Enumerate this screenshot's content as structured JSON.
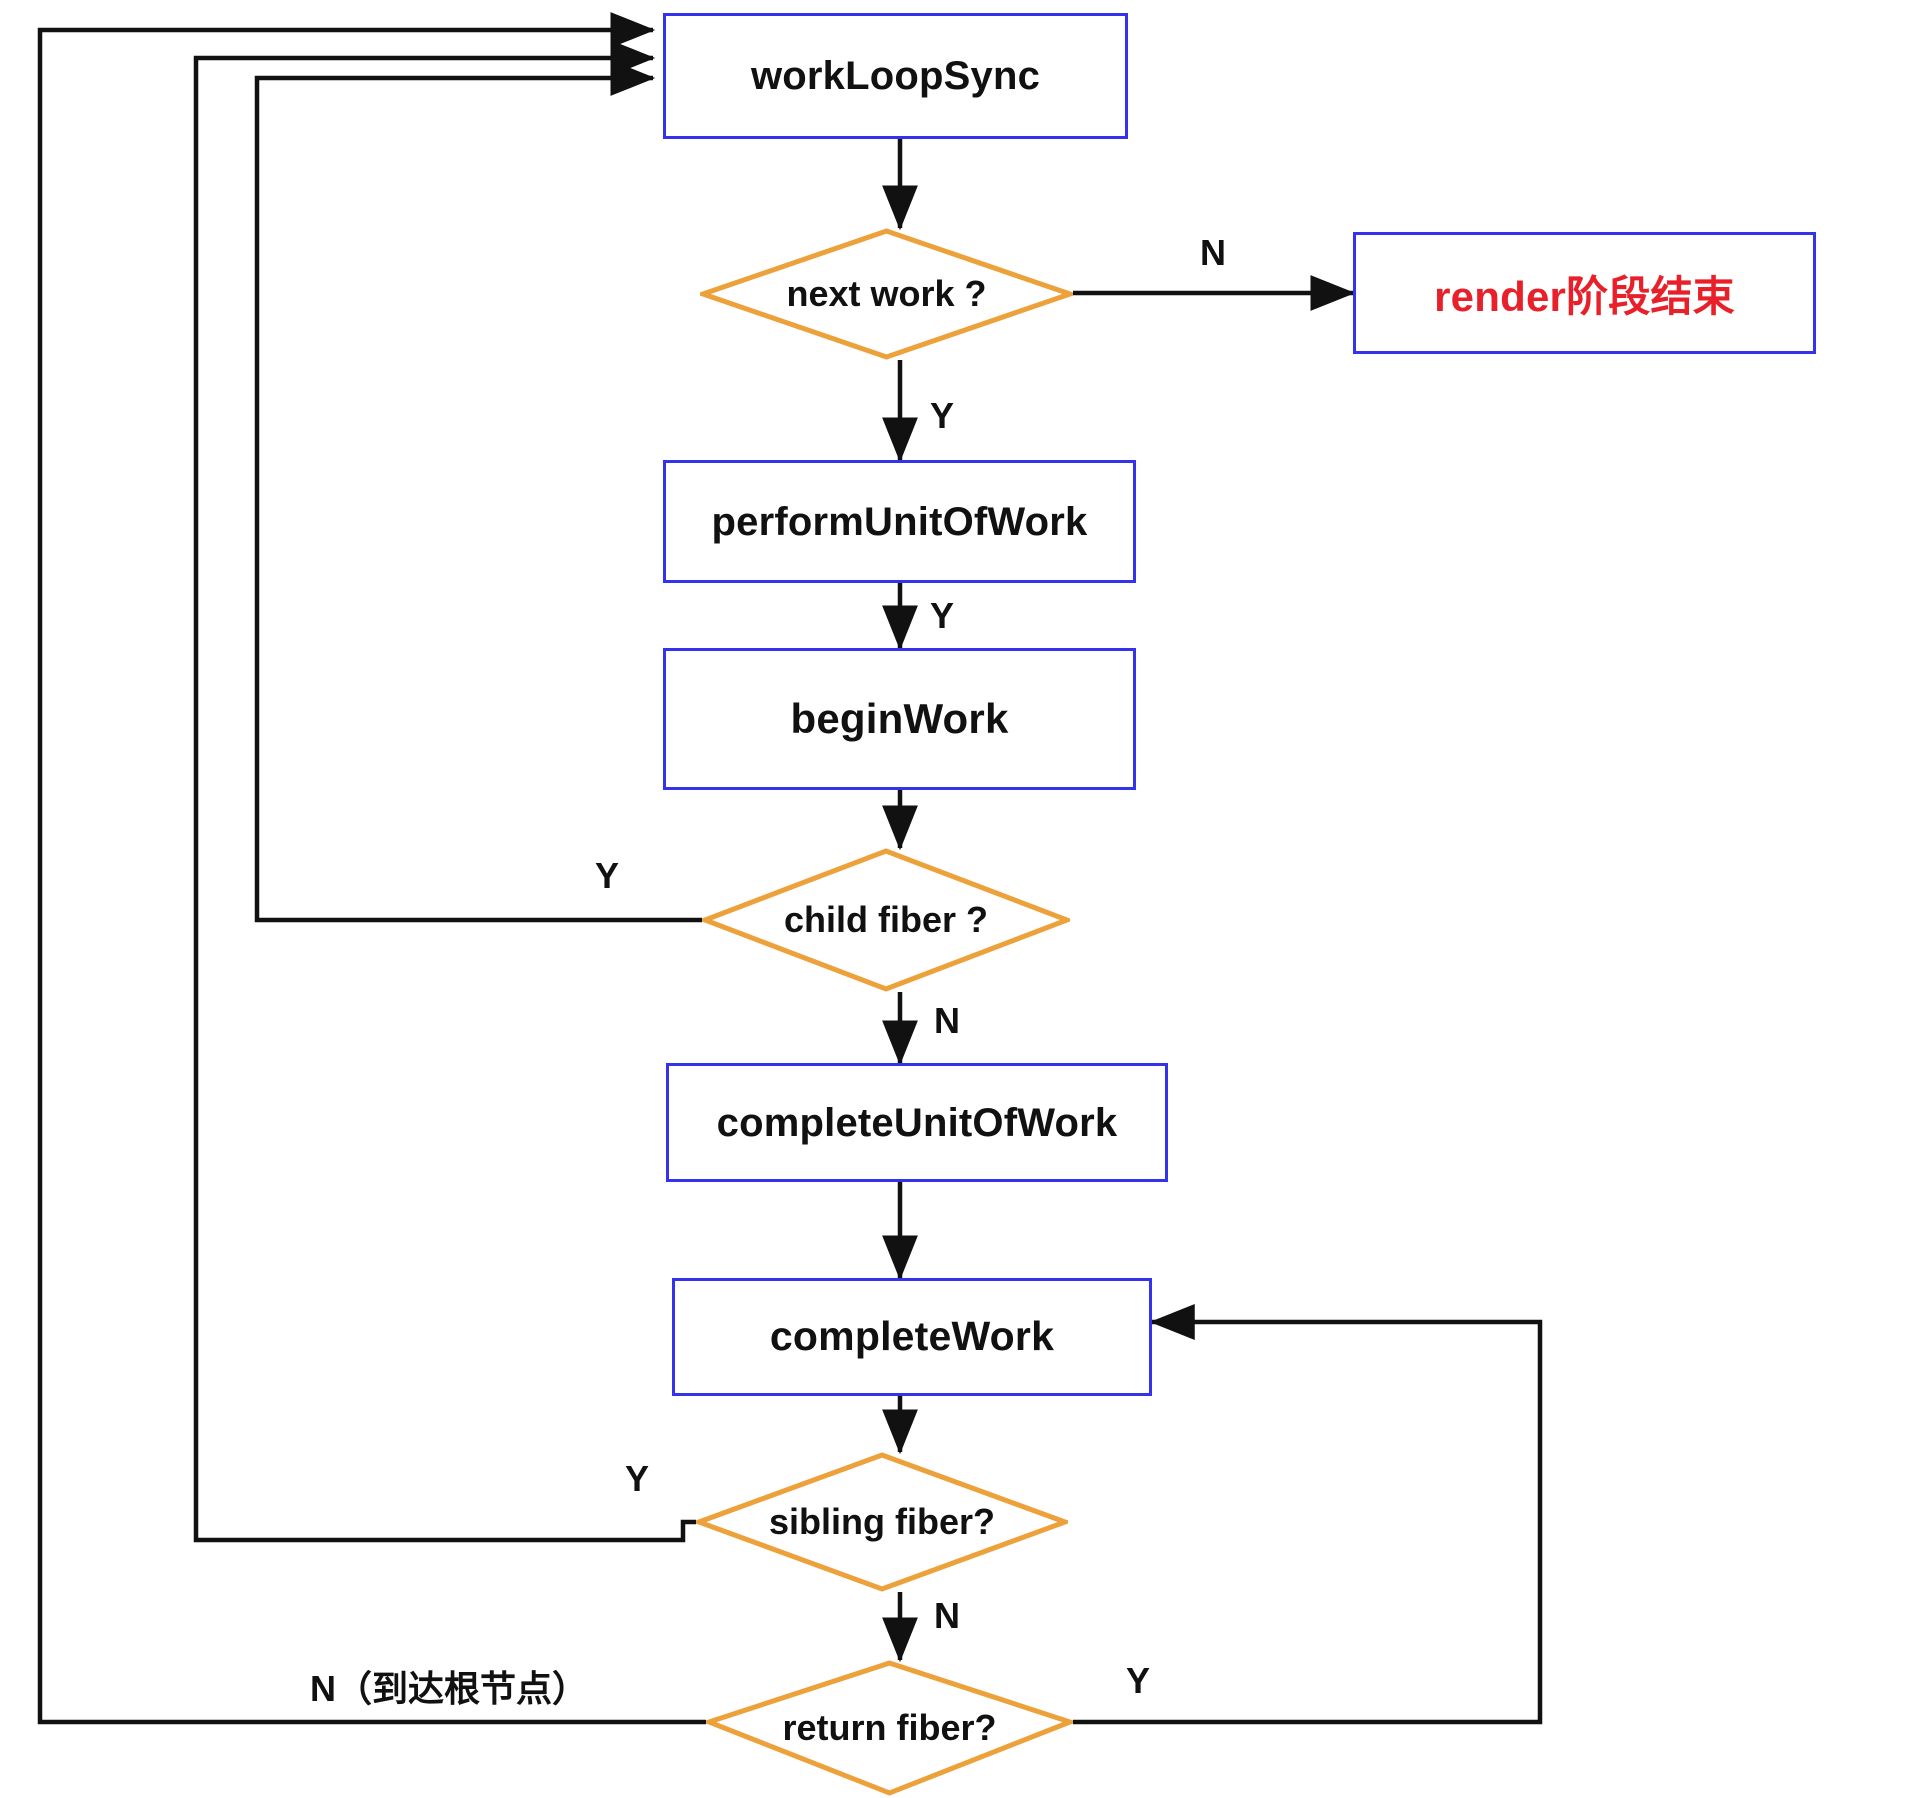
{
  "diagram": {
    "title": "React render phase workLoopSync flowchart",
    "colors": {
      "process_border": "#3333ee",
      "decision_border": "#eda13a",
      "edge": "#111111",
      "terminal_text": "#e8202a",
      "background": "#ffffff"
    },
    "nodes": [
      {
        "id": "workLoopSync",
        "type": "process",
        "label": "workLoopSync"
      },
      {
        "id": "nextWork",
        "type": "decision",
        "label": "next work ?"
      },
      {
        "id": "renderEnd",
        "type": "terminal",
        "label": "render阶段结束",
        "label_ascii": "render",
        "label_cjk": "阶段结束"
      },
      {
        "id": "performUnitOfWork",
        "type": "process",
        "label": "performUnitOfWork"
      },
      {
        "id": "beginWork",
        "type": "process",
        "label": "beginWork"
      },
      {
        "id": "childFiber",
        "type": "decision",
        "label": "child fiber ?"
      },
      {
        "id": "completeUnitOfWork",
        "type": "process",
        "label": "completeUnitOfWork"
      },
      {
        "id": "completeWork",
        "type": "process",
        "label": "completeWork"
      },
      {
        "id": "siblingFiber",
        "type": "decision",
        "label": "sibling fiber?"
      },
      {
        "id": "returnFiber",
        "type": "decision",
        "label": "return fiber?"
      }
    ],
    "edges": [
      {
        "from": "workLoopSync",
        "to": "nextWork",
        "label": ""
      },
      {
        "from": "nextWork",
        "to": "renderEnd",
        "label": "N"
      },
      {
        "from": "nextWork",
        "to": "performUnitOfWork",
        "label": "Y"
      },
      {
        "from": "performUnitOfWork",
        "to": "beginWork",
        "label": "Y"
      },
      {
        "from": "beginWork",
        "to": "childFiber",
        "label": ""
      },
      {
        "from": "childFiber",
        "to": "workLoopSync",
        "label": "Y"
      },
      {
        "from": "childFiber",
        "to": "completeUnitOfWork",
        "label": "N"
      },
      {
        "from": "completeUnitOfWork",
        "to": "completeWork",
        "label": ""
      },
      {
        "from": "completeWork",
        "to": "siblingFiber",
        "label": ""
      },
      {
        "from": "siblingFiber",
        "to": "workLoopSync",
        "label": "Y"
      },
      {
        "from": "siblingFiber",
        "to": "returnFiber",
        "label": "N"
      },
      {
        "from": "returnFiber",
        "to": "completeWork",
        "label": "Y"
      },
      {
        "from": "returnFiber",
        "to": "workLoopSync",
        "label": "N（到达根节点）"
      }
    ],
    "edge_labels": {
      "next_work_no": "N",
      "next_work_yes": "Y",
      "perform_yes": "Y",
      "child_fiber_yes": "Y",
      "child_fiber_no": "N",
      "sibling_fiber_yes": "Y",
      "sibling_fiber_no": "N",
      "return_fiber_yes": "Y",
      "return_fiber_no": "N（到达根节点）"
    }
  }
}
